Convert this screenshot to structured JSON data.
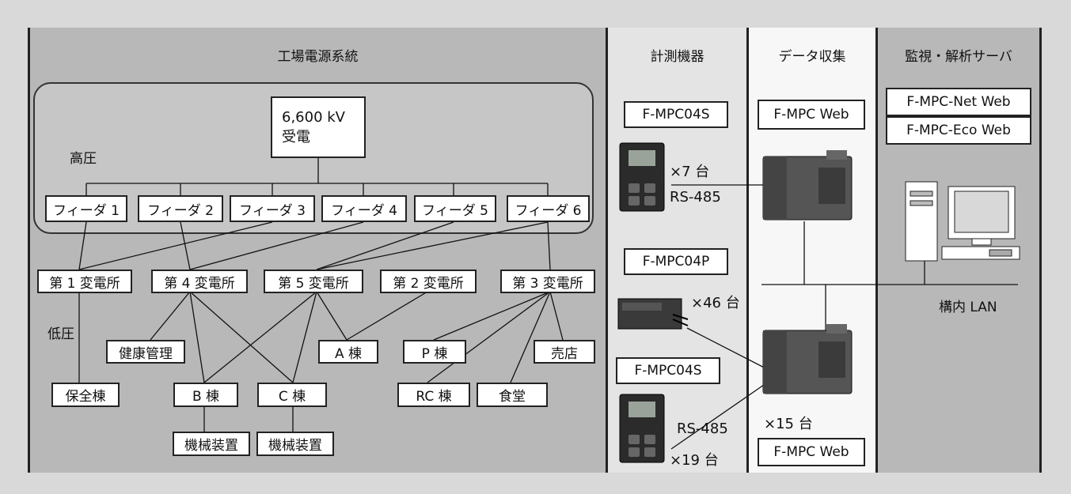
{
  "sections": {
    "power": "工場電源系統",
    "meter": "計測機器",
    "collect": "データ収集",
    "server": "監視・解析サーバ"
  },
  "power": {
    "receive_line1": "6,600 kV",
    "receive_line2": "受電",
    "high_voltage": "高圧",
    "low_voltage": "低圧",
    "feeders": [
      "フィーダ 1",
      "フィーダ 2",
      "フィーダ 3",
      "フィーダ 4",
      "フィーダ 5",
      "フィーダ 6"
    ],
    "substations": [
      "第 1 変電所",
      "第 4 変電所",
      "第 5 変電所",
      "第 2 変電所",
      "第 3 変電所"
    ],
    "loads": {
      "kenko": "健康管理",
      "a": "A 棟",
      "p": "P 棟",
      "baiten": "売店",
      "hozen": "保全棟",
      "b": "B 棟",
      "c": "C 棟",
      "rc": "RC 棟",
      "shokudo": "食堂",
      "kikai1": "機械装置",
      "kikai2": "機械装置"
    }
  },
  "meter": {
    "dev1_name": "F-MPC04S",
    "dev1_count": "×7 台",
    "dev1_link": "RS-485",
    "dev2_name": "F-MPC04P",
    "dev2_count": "×46 台",
    "dev3_name": "F-MPC04S",
    "dev3_link": "RS-485",
    "dev3_count": "×19 台"
  },
  "collect": {
    "top_label": "F-MPC Web",
    "bottom_count": "×15 台",
    "bottom_label": "F-MPC Web"
  },
  "server": {
    "app1": "F-MPC-Net Web",
    "app2": "F-MPC-Eco Web",
    "lan": "構内 LAN"
  }
}
